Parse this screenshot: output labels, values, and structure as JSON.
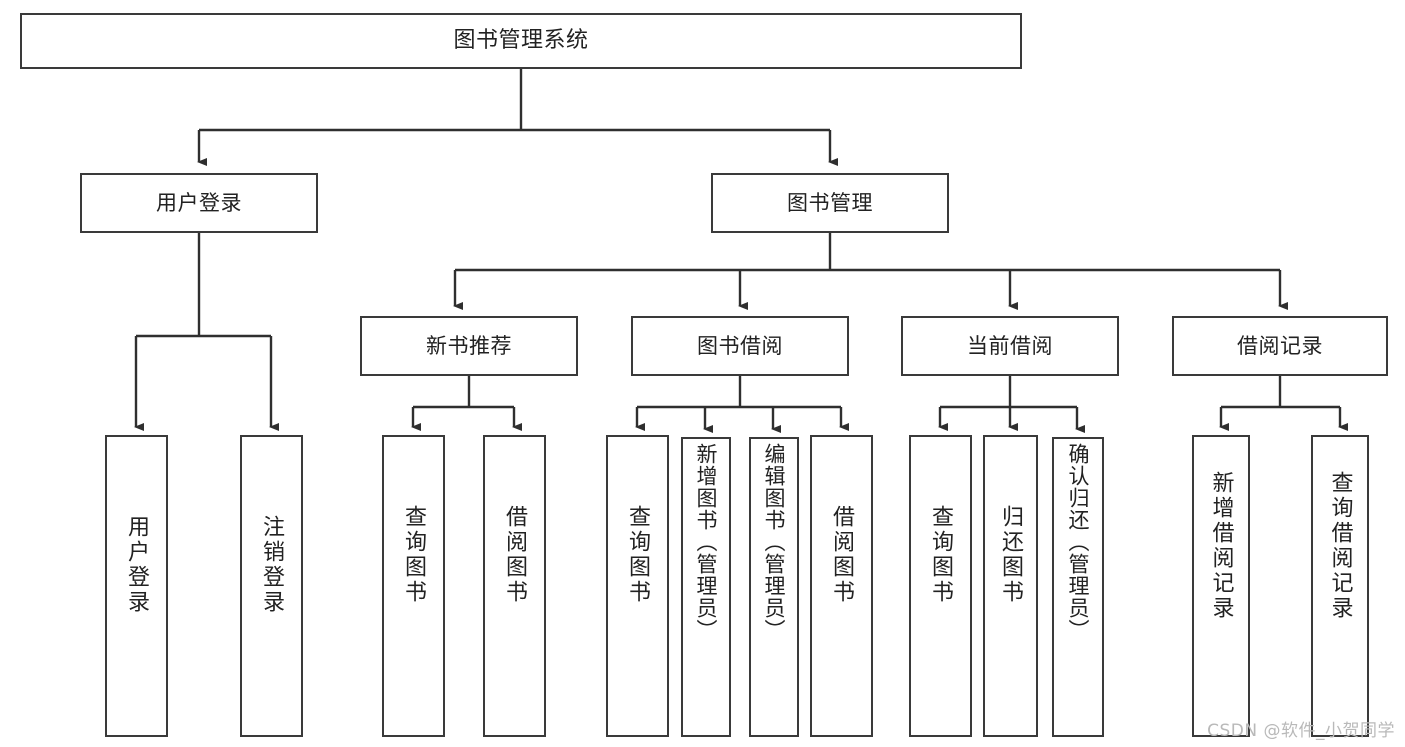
{
  "diagram": {
    "title": "图书管理系统",
    "type": "hierarchy-tree",
    "watermark": "CSDN @软件_小贺同学",
    "colors": {
      "background": "#ffffff",
      "box_border": "#3a3a3a",
      "box_fill": "#ffffff",
      "connector": "#2f2f2f",
      "text": "#222222",
      "watermark": "#b9b9b9"
    },
    "nodes": {
      "root": "图书管理系统",
      "level1": [
        "用户登录",
        "图书管理"
      ],
      "level2": [
        "新书推荐",
        "图书借阅",
        "当前借阅",
        "借阅记录"
      ],
      "leaves": {
        "user_login": [
          "用户登录",
          "注销登录"
        ],
        "new_book": [
          "查询图书",
          "借阅图书"
        ],
        "book_borrow": [
          "查询图书",
          "新增图书（管理员）",
          "编辑图书（管理员）",
          "借阅图书"
        ],
        "current_borrow": [
          "查询图书",
          "归还图书",
          "确认归还（管理员）"
        ],
        "borrow_record": [
          "新增借阅记录",
          "查询借阅记录"
        ]
      }
    }
  }
}
